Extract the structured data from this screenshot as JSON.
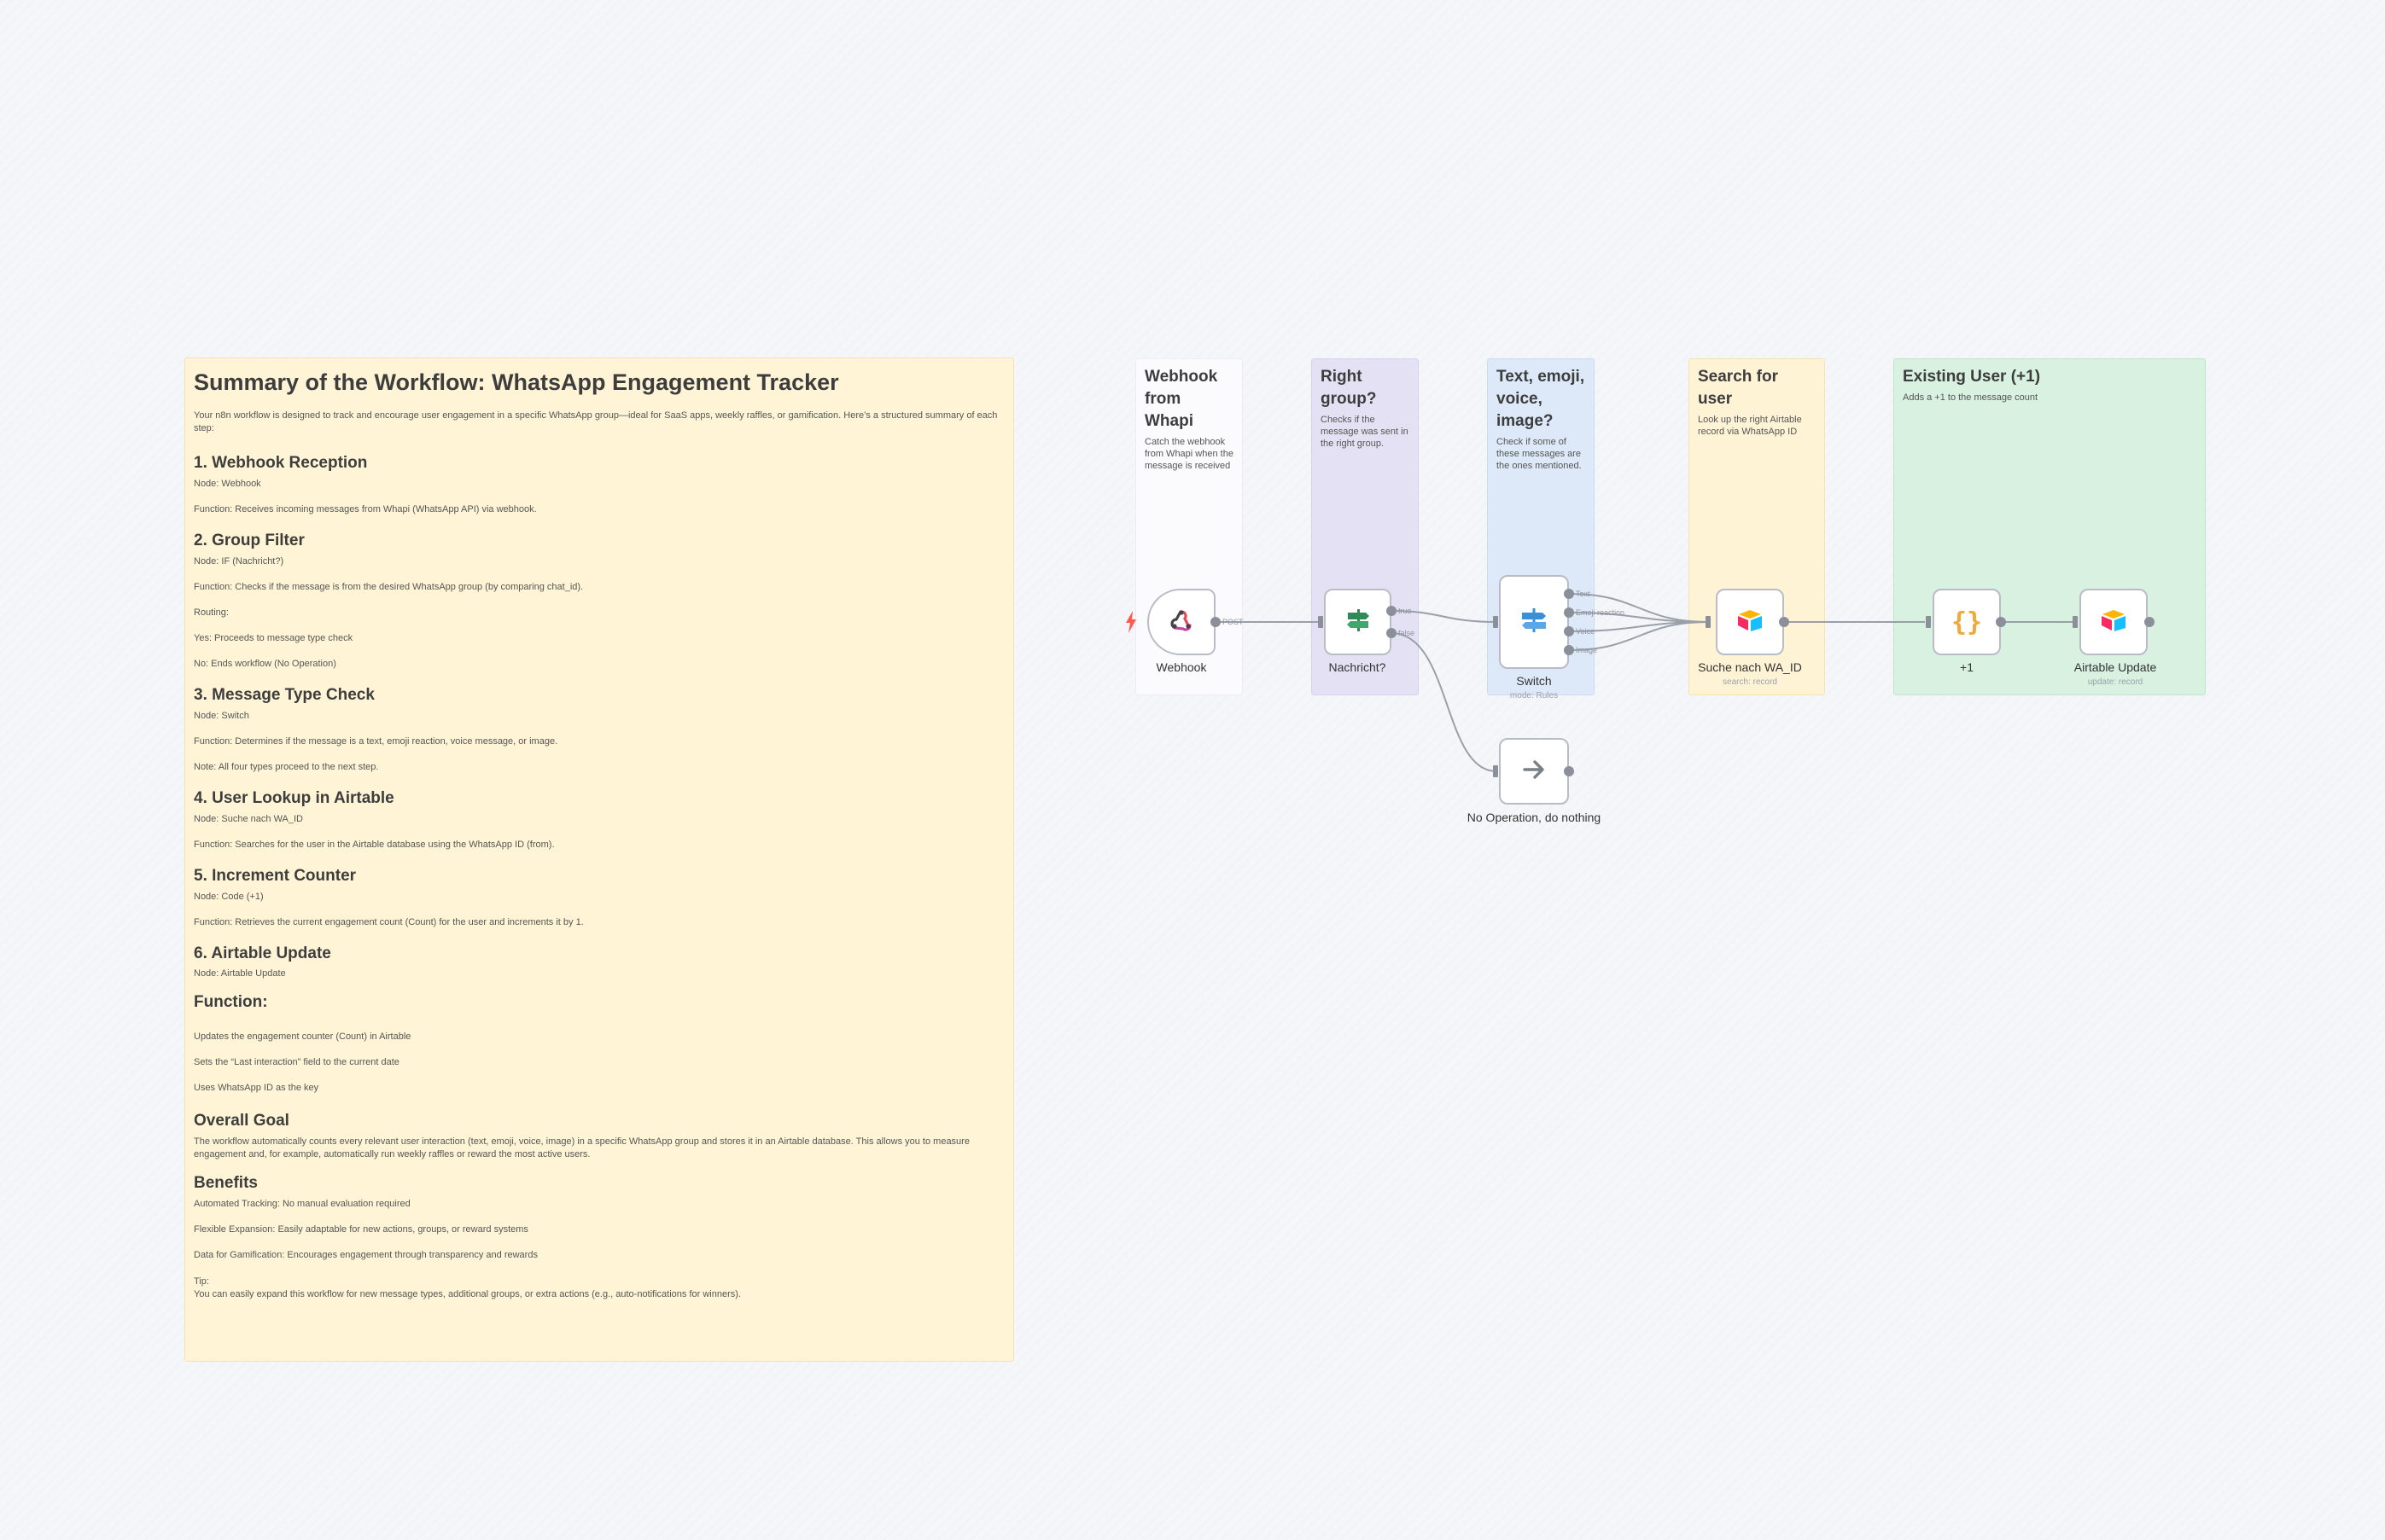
{
  "summary": {
    "title": "Summary of the Workflow: WhatsApp Engagement Tracker",
    "intro": "Your n8n workflow is designed to track and encourage user engagement in a specific WhatsApp group—ideal for SaaS apps, weekly raffles, or gamification. Here’s a structured summary of each step:",
    "s1_title": "1. Webhook Reception",
    "s1_node": "Node: Webhook",
    "s1_func": "Function: Receives incoming messages from Whapi (WhatsApp API) via webhook.",
    "s2_title": "2. Group Filter",
    "s2_node": "Node: IF (Nachricht?)",
    "s2_func": "Function: Checks if the message is from the desired WhatsApp group (by comparing chat_id).",
    "s2_routing": "Routing:",
    "s2_yes": "Yes: Proceeds to message type check",
    "s2_no": "No: Ends workflow (No Operation)",
    "s3_title": "3. Message Type Check",
    "s3_node": "Node: Switch",
    "s3_func": "Function: Determines if the message is a text, emoji reaction, voice message, or image.",
    "s3_note": "Note: All four types proceed to the next step.",
    "s4_title": "4. User Lookup in Airtable",
    "s4_node": "Node: Suche nach WA_ID",
    "s4_func": "Function: Searches for the user in the Airtable database using the WhatsApp ID (from).",
    "s5_title": "5. Increment Counter",
    "s5_node": "Node: Code (+1)",
    "s5_func": "Function: Retrieves the current engagement count (Count) for the user and increments it by 1.",
    "s6_title": "6. Airtable Update",
    "s6_node": "Node: Airtable Update",
    "func_title": "Function:",
    "func_1": "Updates the engagement counter (Count) in Airtable",
    "func_2": "Sets the “Last interaction” field to the current date",
    "func_3": "Uses WhatsApp ID as the key",
    "goal_title": "Overall Goal",
    "goal_text": "The workflow automatically counts every relevant user interaction (text, emoji, voice, image) in a specific WhatsApp group and stores it in an Airtable database. This allows you to measure engagement and, for example, automatically run weekly raffles or reward the most active users.",
    "benefits_title": "Benefits",
    "b1": "Automated Tracking: No manual evaluation required",
    "b2": "Flexible Expansion: Easily adaptable for new actions, groups, or reward systems",
    "b3": "Data for Gamification: Encourages engagement through transparency and rewards",
    "tip_label": "Tip:",
    "tip_text": "You can easily expand this workflow for new message types, additional groups, or extra actions (e.g., auto-notifications for winners)."
  },
  "notes": {
    "webhook": {
      "title": "Webhook from Whapi",
      "desc": "Catch the webhook from Whapi when the message is received"
    },
    "group": {
      "title": "Right group?",
      "desc": "Checks if the message was sent in the right group."
    },
    "type": {
      "title": "Text, emoji, voice, image?",
      "desc": "Check if some of these messages are the ones mentioned."
    },
    "search": {
      "title": "Search for user",
      "desc": "Look up the right Airtable record via WhatsApp ID"
    },
    "existing": {
      "title": "Existing User (+1)",
      "desc": "Adds a +1 to the message count"
    }
  },
  "nodes": {
    "webhook": {
      "label": "Webhook",
      "icon": "webhook-icon",
      "out_label": "POST"
    },
    "if": {
      "label": "Nachricht?",
      "icon": "if-branch-icon",
      "out_true": "true",
      "out_false": "false"
    },
    "switch": {
      "label": "Switch",
      "sub": "mode: Rules",
      "icon": "switch-icon",
      "outputs": [
        "Text",
        "Emoji reaction",
        "Voice",
        "Image"
      ]
    },
    "search": {
      "label": "Suche nach WA_ID",
      "sub": "search: record",
      "icon": "airtable-icon"
    },
    "code": {
      "label": "+1",
      "icon": "code-braces-icon",
      "glyph": "{}"
    },
    "update": {
      "label": "Airtable Update",
      "sub": "update: record",
      "icon": "airtable-icon"
    },
    "noop": {
      "label": "No Operation, do nothing",
      "icon": "arrow-right-icon"
    }
  },
  "colors": {
    "canvas": "#f5f6f9",
    "edge": "#9aa0aa",
    "trigger_bolt": "#ff5a4e",
    "if_green": "#2e8b57",
    "switch_blue": "#3a8fd9",
    "code_orange": "#f0a93b"
  }
}
